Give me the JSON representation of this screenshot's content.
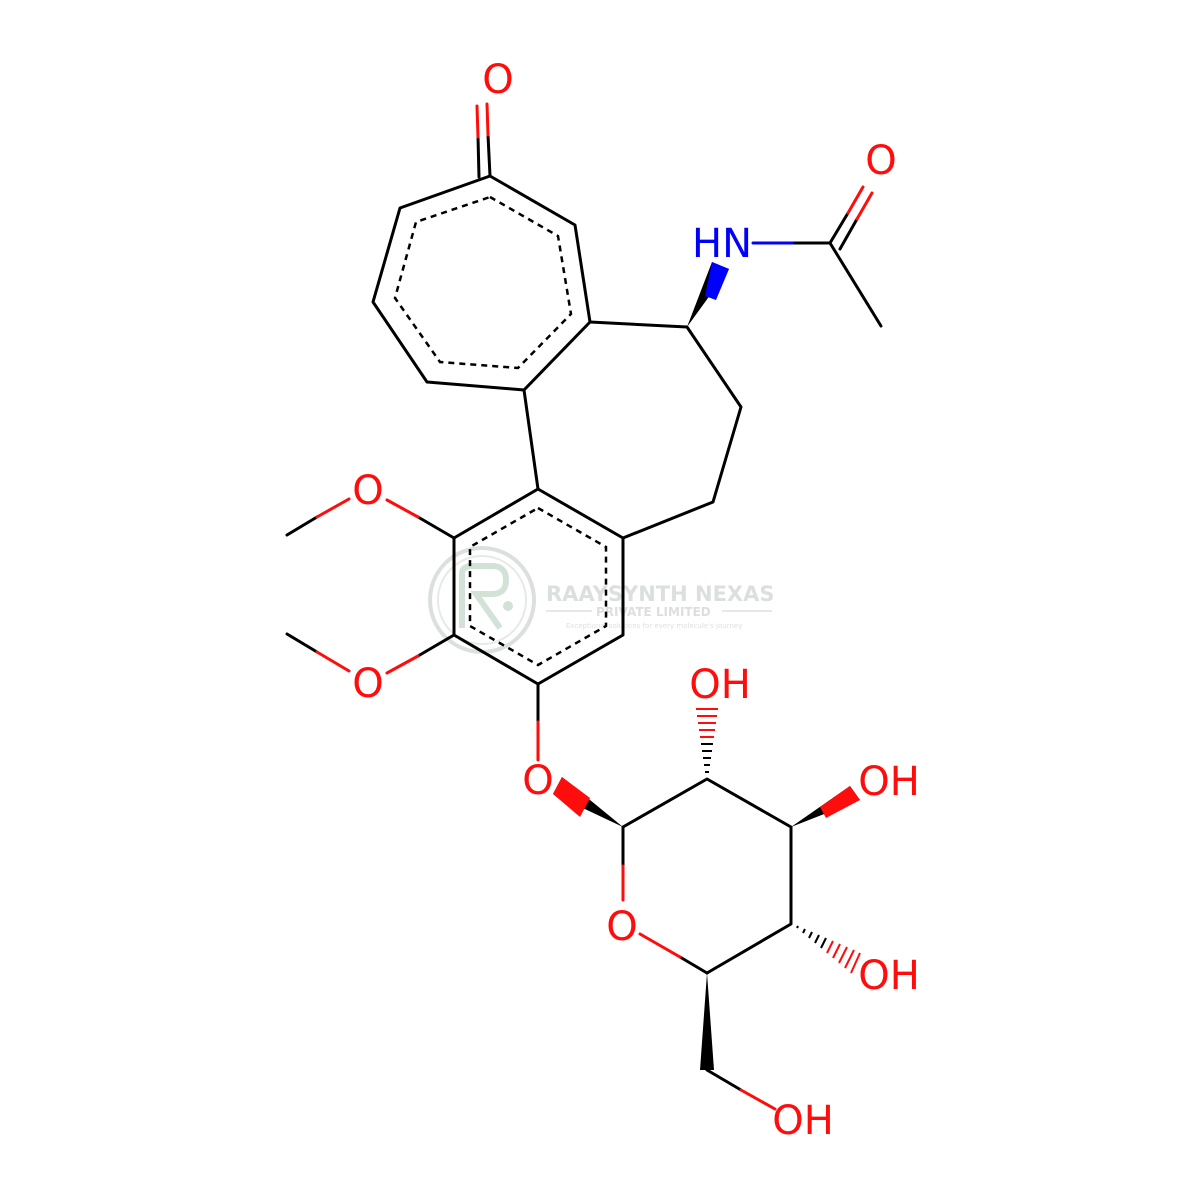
{
  "colors": {
    "bond": "#000000",
    "oxygen": "#ff0d0d",
    "nitrogen": "#0000ff",
    "watermark": "#9aa8a0"
  },
  "labels": {
    "ketone_o": "O",
    "amide_nh": "HN",
    "amide_o": "O",
    "ome1_o": "O",
    "ome2_o": "O",
    "glyco_o": "O",
    "ring_o": "O",
    "oh_top": "OH",
    "oh_right": "OH",
    "oh_lower": "OH",
    "oh_ch2": "OH"
  },
  "watermark": {
    "logo": "logo-icon",
    "name": "RAAYSYNTH NEXAS",
    "subtitle": "PRIVATE LIMITED",
    "tagline": "Exceptional solutions for every molecule's journey"
  }
}
